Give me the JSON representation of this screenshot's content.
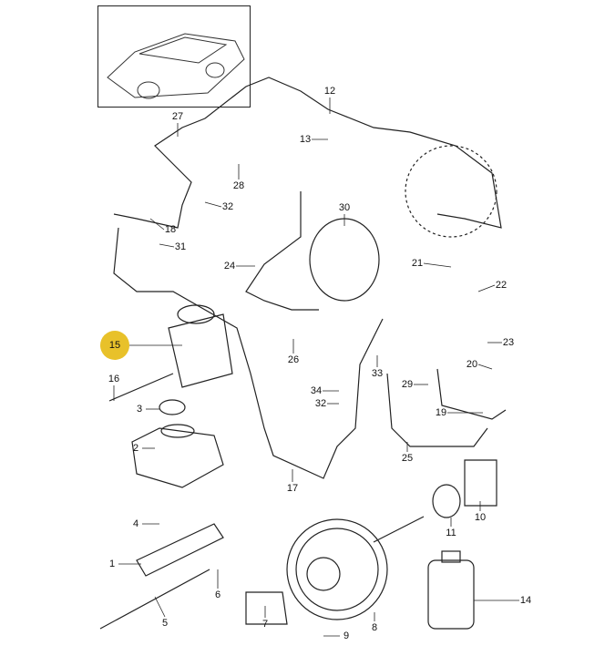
{
  "diagram": {
    "highlighted_part": "15",
    "highlight_color": "#e8c12a",
    "labels": [
      {
        "id": "27",
        "text": "27"
      },
      {
        "id": "12",
        "text": "12"
      },
      {
        "id": "13",
        "text": "13"
      },
      {
        "id": "28",
        "text": "28"
      },
      {
        "id": "32a",
        "text": "32"
      },
      {
        "id": "18",
        "text": "18"
      },
      {
        "id": "31",
        "text": "31"
      },
      {
        "id": "30",
        "text": "30"
      },
      {
        "id": "21",
        "text": "21"
      },
      {
        "id": "24",
        "text": "24"
      },
      {
        "id": "22",
        "text": "22"
      },
      {
        "id": "23",
        "text": "23"
      },
      {
        "id": "26",
        "text": "26"
      },
      {
        "id": "20",
        "text": "20"
      },
      {
        "id": "16",
        "text": "16"
      },
      {
        "id": "34",
        "text": "34"
      },
      {
        "id": "29",
        "text": "29"
      },
      {
        "id": "33",
        "text": "33"
      },
      {
        "id": "32b",
        "text": "32"
      },
      {
        "id": "3",
        "text": "3"
      },
      {
        "id": "19",
        "text": "19"
      },
      {
        "id": "2",
        "text": "2"
      },
      {
        "id": "25",
        "text": "25"
      },
      {
        "id": "17",
        "text": "17"
      },
      {
        "id": "10",
        "text": "10"
      },
      {
        "id": "11",
        "text": "11"
      },
      {
        "id": "4",
        "text": "4"
      },
      {
        "id": "1",
        "text": "1"
      },
      {
        "id": "6",
        "text": "6"
      },
      {
        "id": "14",
        "text": "14"
      },
      {
        "id": "5",
        "text": "5"
      },
      {
        "id": "7",
        "text": "7"
      },
      {
        "id": "9",
        "text": "9"
      },
      {
        "id": "8",
        "text": "8"
      },
      {
        "id": "15",
        "text": "15"
      }
    ]
  }
}
